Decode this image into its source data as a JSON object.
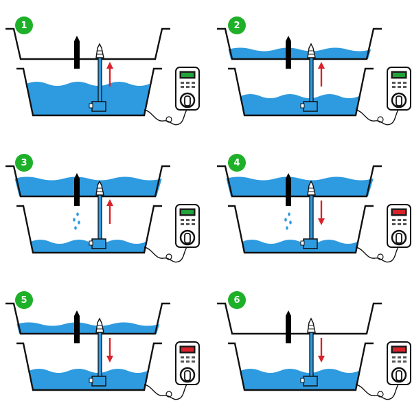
{
  "steps": [
    {
      "number": "1",
      "upper_water": "none",
      "lower_water": "high",
      "arrow": "up",
      "drips": false,
      "display": "green"
    },
    {
      "number": "2",
      "upper_water": "low",
      "lower_water": "medium",
      "arrow": "up",
      "drips": false,
      "display": "green"
    },
    {
      "number": "3",
      "upper_water": "full",
      "lower_water": "low",
      "arrow": "up",
      "drips": true,
      "display": "green"
    },
    {
      "number": "4",
      "upper_water": "full",
      "lower_water": "low",
      "arrow": "down",
      "drips": true,
      "display": "red"
    },
    {
      "number": "5",
      "upper_water": "low",
      "lower_water": "medium",
      "arrow": "down",
      "drips": false,
      "display": "red"
    },
    {
      "number": "6",
      "upper_water": "none",
      "lower_water": "medium",
      "arrow": "down",
      "drips": false,
      "display": "red"
    }
  ],
  "colors": {
    "badge": "#1fb02a",
    "water": "#2e9be0",
    "arrow": "#d9222a",
    "outline": "#111111",
    "display_green": "#1fa33a",
    "display_red": "#d9222a"
  }
}
